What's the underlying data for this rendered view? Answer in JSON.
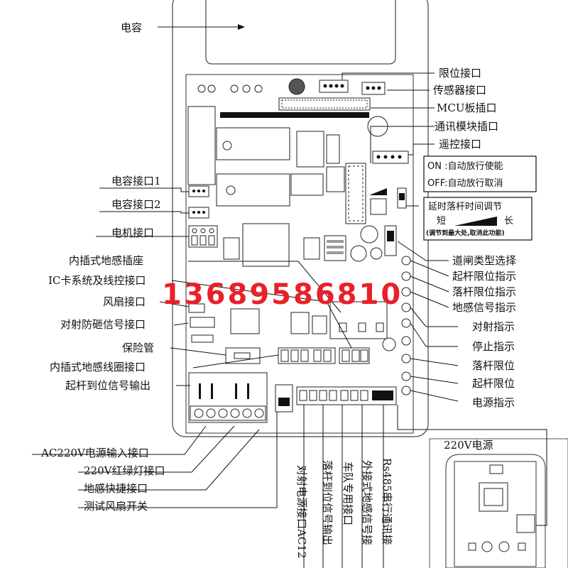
{
  "labels": {
    "capacitor": "电容",
    "limit_port": "限位接口",
    "sensor_port": "传感器接口",
    "mcu_slot": "MCU板插口",
    "comm_module_slot": "通讯模块插口",
    "remote_port": "遥控接口",
    "cap_port_1": "电容接口1",
    "cap_port_2": "电容接口2",
    "motor_port": "电机接口",
    "builtin_loop_socket": "内插式地感插座",
    "ic_card_port": "IC卡系统及线控接口",
    "fan_port": "风扇接口",
    "beam_signal_port": "对射防砸信号接口",
    "fuse": "保险管",
    "builtin_loop_coil_port": "内插式地感线圈接口",
    "raise_signal_output": "起杆到位信号输出",
    "gate_type_select": "道闸类型选择",
    "raise_limit_indicator": "起杆限位指示",
    "lower_limit_indicator": "落杆限位指示",
    "loop_signal_indicator": "地感信号指示",
    "beam_indicator": "对射指示",
    "stop_indicator": "停止指示",
    "lower_limit": "落杆限位",
    "raise_limit": "起杆限位",
    "power_indicator": "电源指示",
    "ac220_input": "AC220V电源输入接口",
    "traffic_light_port": "220V红绿灯接口",
    "loop_quick_port": "地感快捷接口",
    "test_fan_switch": "测试风扇开关",
    "power_220v": "220V电源",
    "beam_power_port": "对射电源接口AC12",
    "lower_signal_output": "落杆到位信号输出",
    "fleet_port": "车队专用接口",
    "ext_loop_port": "外接式地感信号接",
    "rs485_port": "Rs485串行通讯接"
  },
  "switch_box": {
    "on_text": "ON :自动放行使能",
    "off_text": "OFF:自动放行取消"
  },
  "delay_box": {
    "title": "延时落杆时间调节",
    "short": "短",
    "long": "长",
    "note": "(调节到最大处,取消此功能)"
  },
  "watermark": {
    "phone": "13689586810",
    "color": "#e8202a"
  }
}
